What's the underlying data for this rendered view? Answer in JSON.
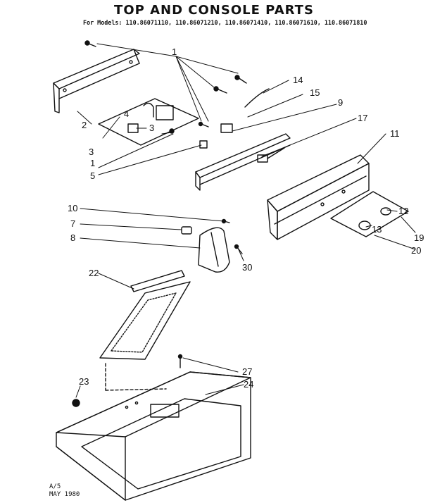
{
  "title": "TOP AND CONSOLE PARTS",
  "models": "For Models: 110.86071110, 110.86071210, 110.86071410, 110.86071610, 110.86071810",
  "callouts": [
    "1",
    "2",
    "3",
    "4",
    "1",
    "3",
    "5",
    "14",
    "15",
    "9",
    "17",
    "11",
    "10",
    "7",
    "8",
    "30",
    "12",
    "13",
    "19",
    "20",
    "22",
    "23",
    "27",
    "24"
  ],
  "footer": {
    "line1": "A/5",
    "line2": "MAY 1980"
  }
}
